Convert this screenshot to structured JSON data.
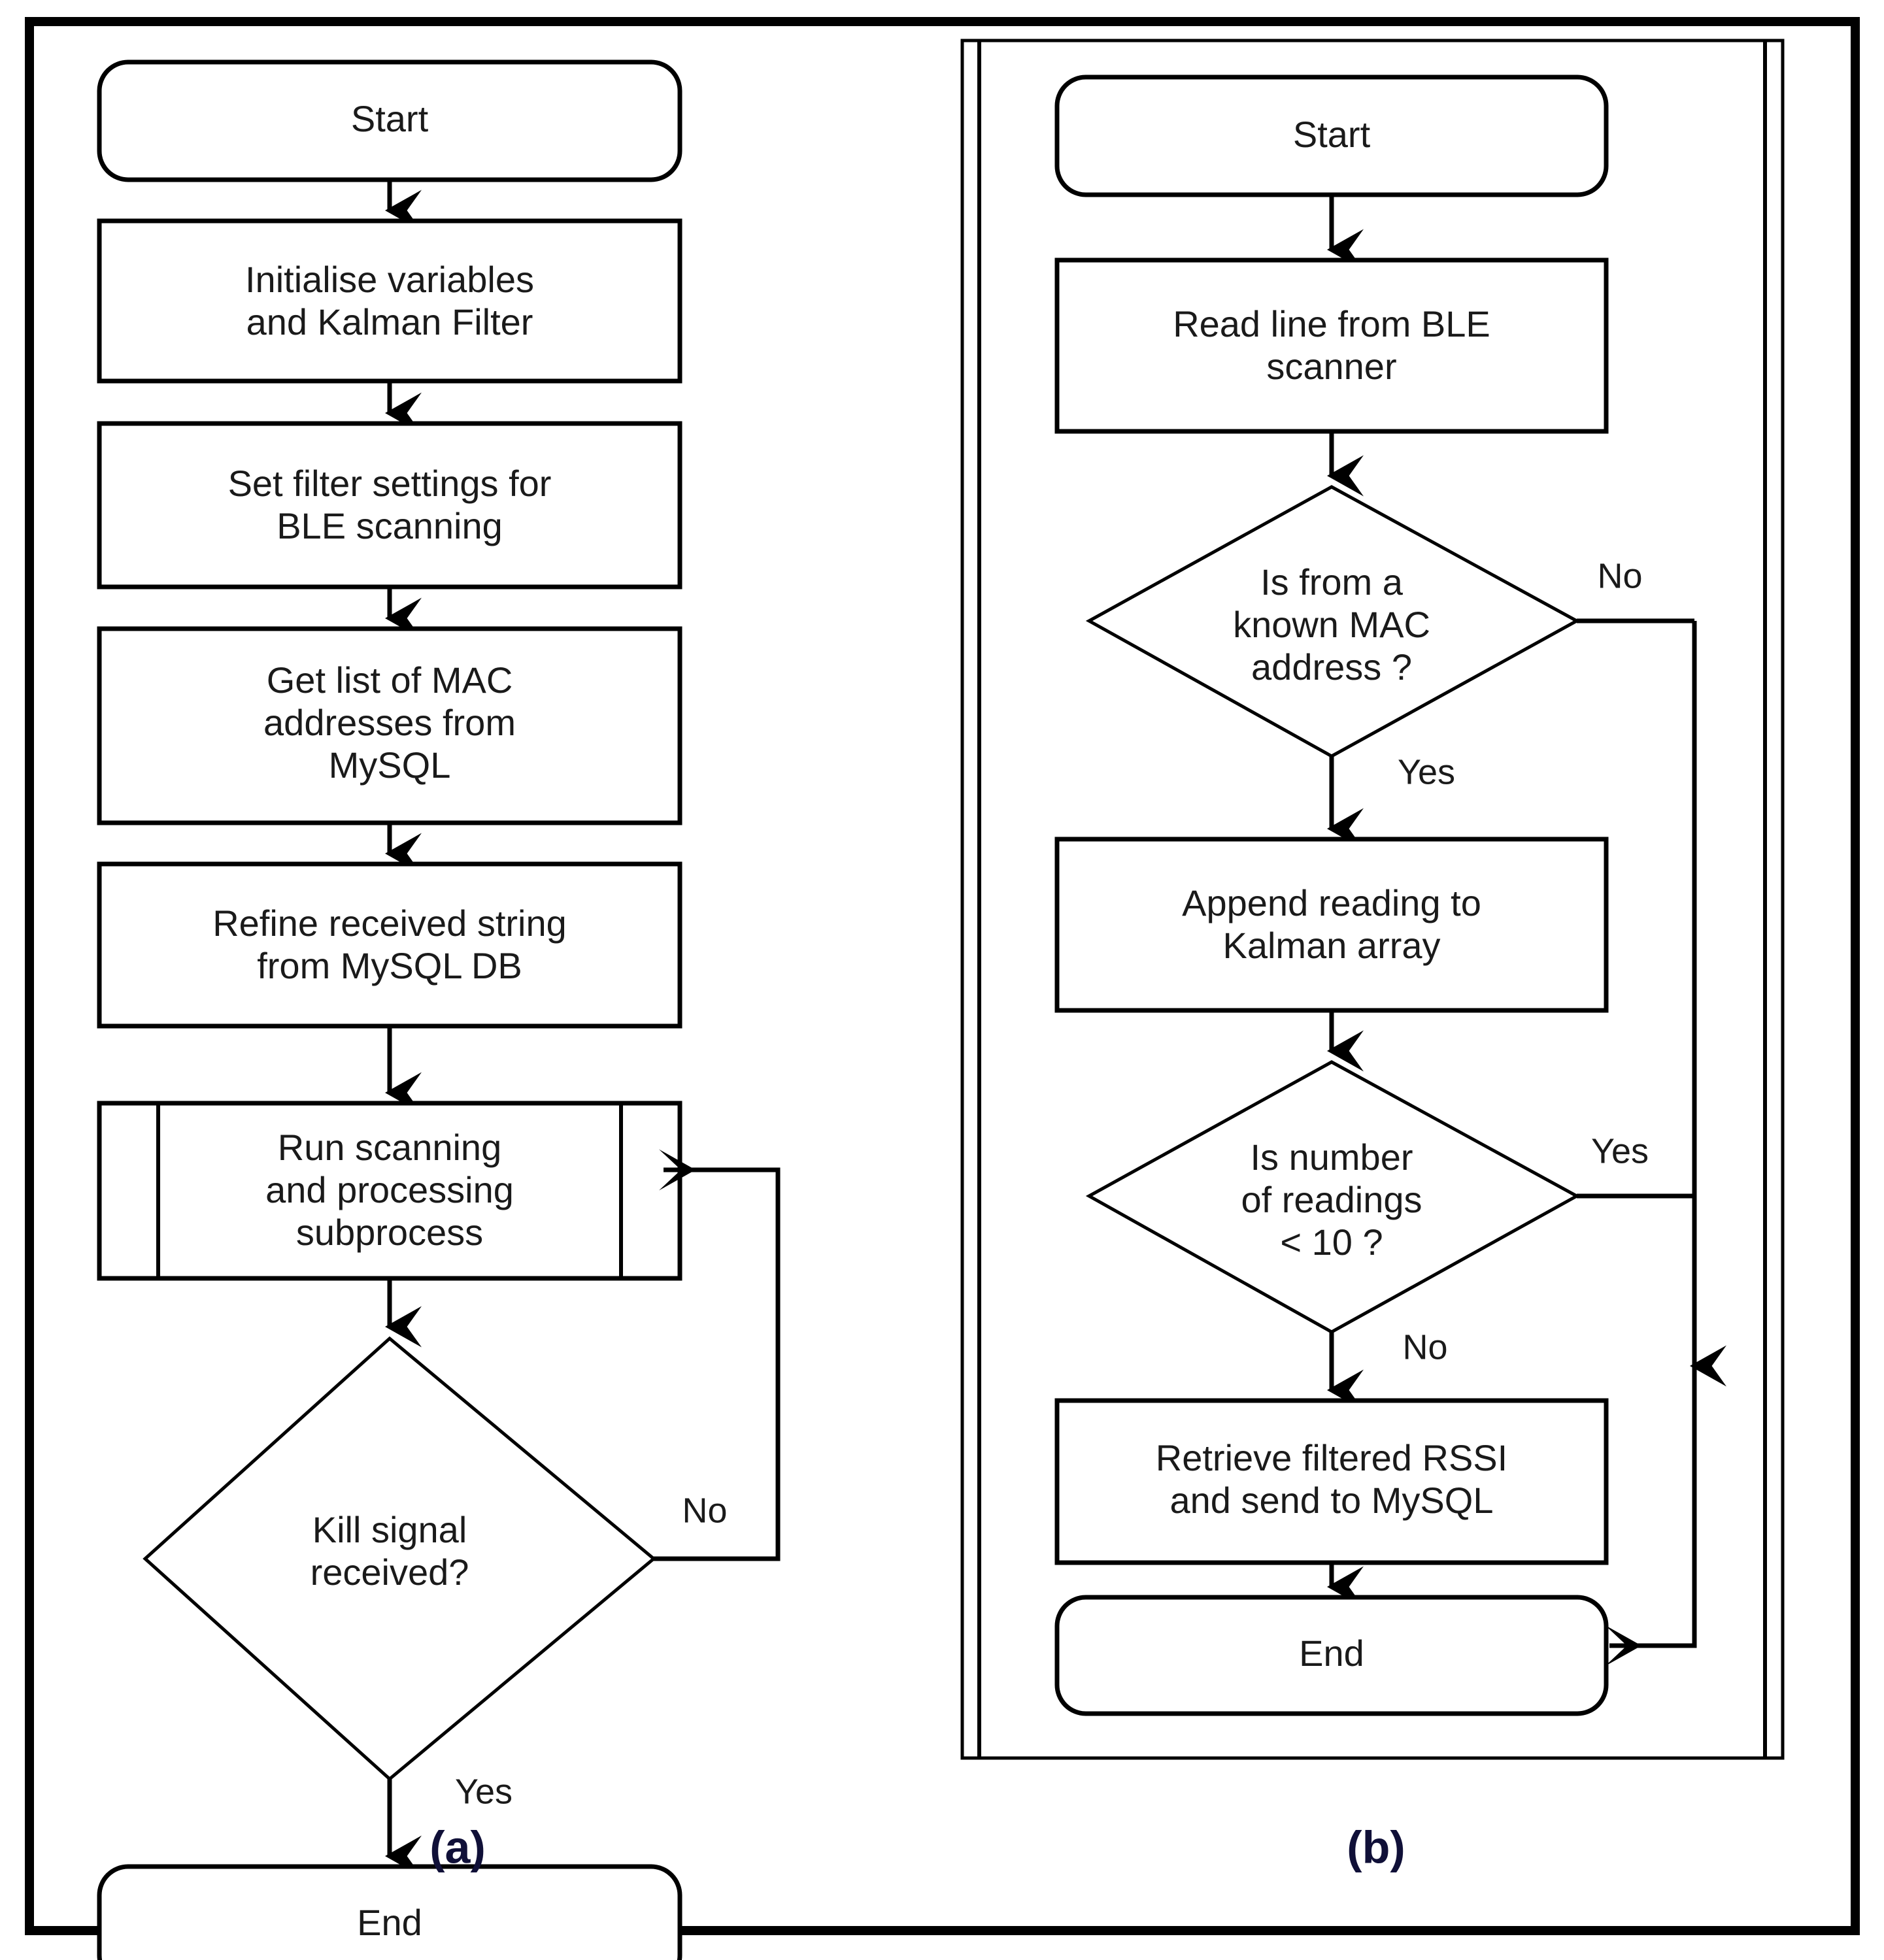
{
  "figure": {
    "frame_color": "#000000",
    "background": "#ffffff",
    "caption_color": "#101038"
  },
  "captions": [
    {
      "id": "caption-a",
      "text": "(a)"
    },
    {
      "id": "caption-b",
      "text": "(b)"
    }
  ],
  "flowchart_a": {
    "id": "flowchart-a",
    "nodes": [
      {
        "id": "a-start",
        "shape": "terminator",
        "text": "Start"
      },
      {
        "id": "a-init",
        "shape": "process",
        "line1": "Initialise variables",
        "line2": "and Kalman Filter"
      },
      {
        "id": "a-filter",
        "shape": "process",
        "line1": "Set filter settings for",
        "line2": "BLE scanning"
      },
      {
        "id": "a-getmac",
        "shape": "process",
        "line1": "Get list of MAC",
        "line2": "addresses from",
        "line3": "MySQL"
      },
      {
        "id": "a-refine",
        "shape": "process",
        "line1": "Refine received string",
        "line2": "from MySQL DB"
      },
      {
        "id": "a-subproc",
        "shape": "predefined-process",
        "line1": "Run scanning",
        "line2": "and processing",
        "line3": "subprocess"
      },
      {
        "id": "a-kill",
        "shape": "decision",
        "line1": "Kill signal",
        "line2": "received?"
      },
      {
        "id": "a-end",
        "shape": "terminator",
        "text": "End"
      }
    ],
    "edges": [
      {
        "id": "a-edge-start-init",
        "from": "a-start",
        "to": "a-init",
        "label": ""
      },
      {
        "id": "a-edge-init-filter",
        "from": "a-init",
        "to": "a-filter",
        "label": ""
      },
      {
        "id": "a-edge-filter-getmac",
        "from": "a-filter",
        "to": "a-getmac",
        "label": ""
      },
      {
        "id": "a-edge-getmac-refine",
        "from": "a-getmac",
        "to": "a-refine",
        "label": ""
      },
      {
        "id": "a-edge-refine-subproc",
        "from": "a-refine",
        "to": "a-subproc",
        "label": ""
      },
      {
        "id": "a-edge-subproc-kill",
        "from": "a-subproc",
        "to": "a-kill",
        "label": ""
      },
      {
        "id": "a-edge-kill-no",
        "from": "a-kill",
        "to": "a-subproc",
        "label": "No"
      },
      {
        "id": "a-edge-kill-yes",
        "from": "a-kill",
        "to": "a-end",
        "label": "Yes"
      }
    ]
  },
  "flowchart_b": {
    "id": "flowchart-b",
    "container": "predefined-process-container",
    "nodes": [
      {
        "id": "b-start",
        "shape": "terminator",
        "text": "Start"
      },
      {
        "id": "b-readline",
        "shape": "process",
        "line1": "Read line from BLE",
        "line2": "scanner"
      },
      {
        "id": "b-knownmac",
        "shape": "decision",
        "line1": "Is from a",
        "line2": "known MAC",
        "line3": "address ?"
      },
      {
        "id": "b-append",
        "shape": "process",
        "line1": "Append reading to",
        "line2": "Kalman array"
      },
      {
        "id": "b-count",
        "shape": "decision",
        "line1": "Is number",
        "line2": "of readings",
        "line3": "< 10 ?"
      },
      {
        "id": "b-retrieve",
        "shape": "process",
        "line1": "Retrieve filtered RSSI",
        "line2": "and send to MySQL"
      },
      {
        "id": "b-end",
        "shape": "terminator",
        "text": "End"
      }
    ],
    "edges": [
      {
        "id": "b-edge-start-readline",
        "from": "b-start",
        "to": "b-readline",
        "label": ""
      },
      {
        "id": "b-edge-readline-mac",
        "from": "b-readline",
        "to": "b-knownmac",
        "label": ""
      },
      {
        "id": "b-edge-mac-no",
        "from": "b-knownmac",
        "to": "b-end",
        "label": "No"
      },
      {
        "id": "b-edge-mac-yes",
        "from": "b-knownmac",
        "to": "b-append",
        "label": "Yes"
      },
      {
        "id": "b-edge-append-count",
        "from": "b-append",
        "to": "b-count",
        "label": ""
      },
      {
        "id": "b-edge-count-yes",
        "from": "b-count",
        "to": "b-end",
        "label": "Yes"
      },
      {
        "id": "b-edge-count-no",
        "from": "b-count",
        "to": "b-retrieve",
        "label": "No"
      },
      {
        "id": "b-edge-retrieve-end",
        "from": "b-retrieve",
        "to": "b-end",
        "label": ""
      }
    ]
  }
}
